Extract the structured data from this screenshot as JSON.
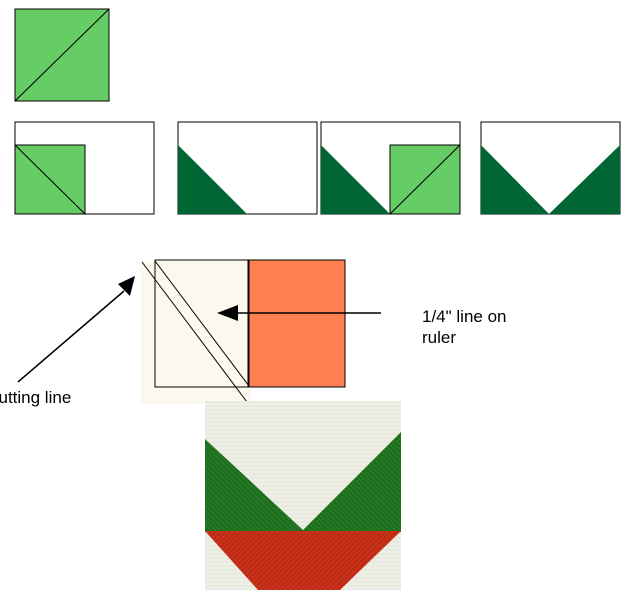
{
  "labels": {
    "ruler_line_l1": "1/4\" line on",
    "ruler_line_l2": "ruler",
    "cutting_line": "cutting line"
  },
  "colors": {
    "light_green": "#66cc66",
    "dark_green": "#006633",
    "salmon": "#ff7f50",
    "cream": "#fdf8ee",
    "fabric_background": "#eef0e6",
    "fabric_green": "#1e6e1e",
    "fabric_red": "#bf2a14",
    "outline": "#000000"
  }
}
